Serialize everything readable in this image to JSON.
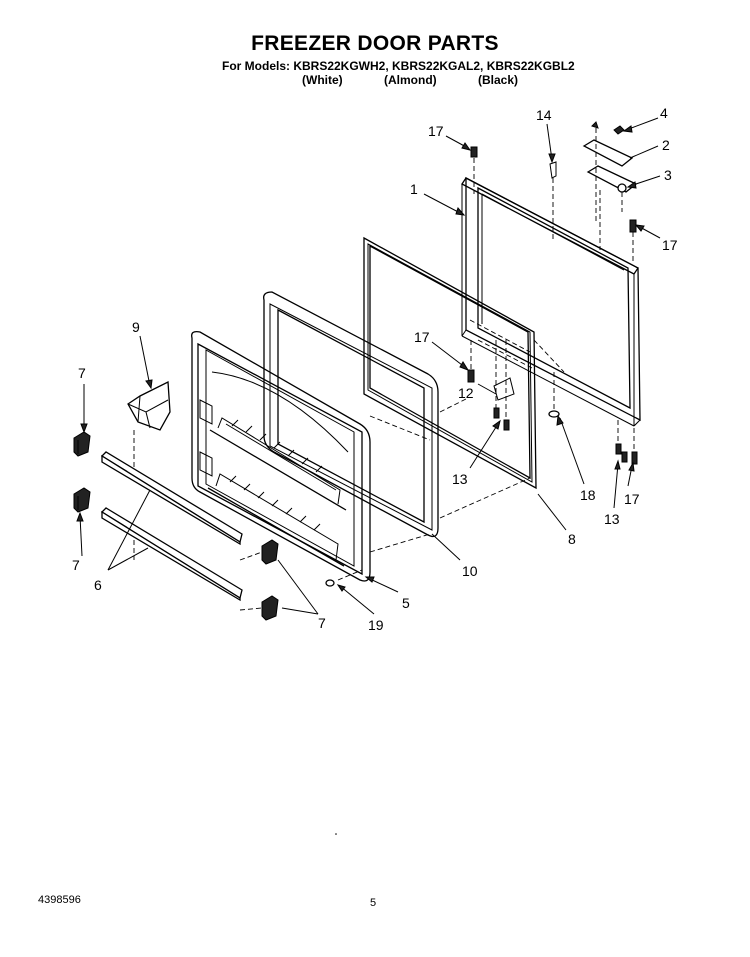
{
  "header": {
    "title": "FREEZER DOOR PARTS",
    "models_line": "For Models: KBRS22KGWH2, KBRS22KGAL2, KBRS22KGBL2",
    "variants": [
      "(White)",
      "(Almond)",
      "(Black)"
    ]
  },
  "callouts": [
    "17",
    "14",
    "4",
    "2",
    "3",
    "1",
    "17",
    "9",
    "17",
    "7",
    "12",
    "13",
    "18",
    "17",
    "13",
    "7",
    "6",
    "10",
    "8",
    "5",
    "19",
    "7"
  ],
  "footer": {
    "doc_number": "4398596",
    "page_number": "5"
  }
}
